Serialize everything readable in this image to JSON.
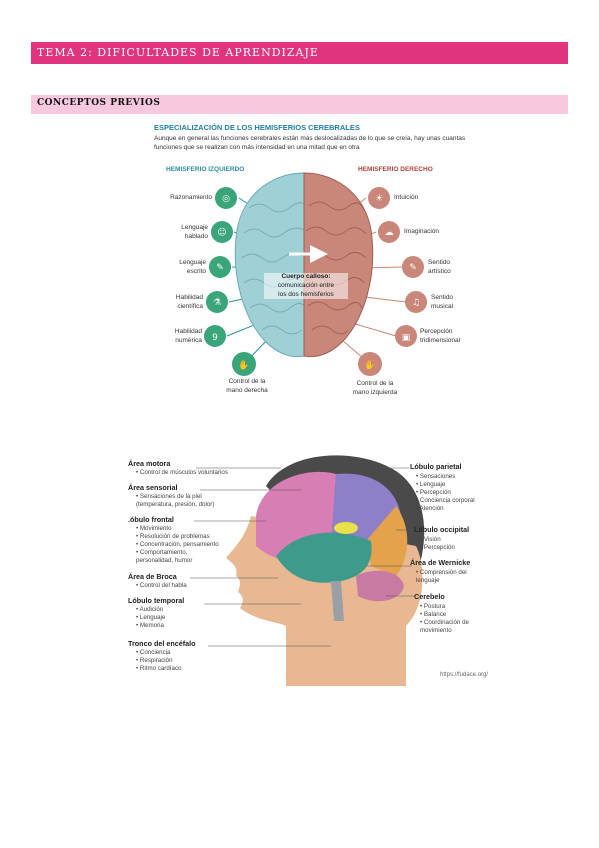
{
  "header": {
    "title": "TEMA 2: DIFICULTADES DE APRENDIZAJE"
  },
  "section": {
    "title": "CONCEPTOS PREVIOS"
  },
  "figure1": {
    "title": "ESPECIALIZACIÓN DE LOS HEMISFERIOS CEREBRALES",
    "description": "Aunque en general las funciones cerebrales están más deslocalizadas de lo que se creía, hay unas cuantas funciones que se realizan con más intensidad en una mitad que en otra",
    "left_heading": "HEMISFERIO IZQUIERDO",
    "right_heading": "HEMISFERIO DERECHO",
    "left_items": [
      "Razonamiento",
      "Lenguaje\nhablado",
      "Lenguaje\nescrito",
      "Habilidad\ncientífica",
      "Habilidad\nnumérica",
      "Control de la\nmano derecha"
    ],
    "right_items": [
      "Intuición",
      "Imaginación",
      "Sentido\nartístico",
      "Sentido\nmusical",
      "Percepción\ntridimensional",
      "Control de la\nmano izquierda"
    ],
    "center_title": "Cuerpo calloso:",
    "center_text": "comunicación entre\nlos dos hemisferios",
    "colors": {
      "left_brain": "#9fd0d6",
      "right_brain": "#c98679",
      "accent": "#2a8ea3",
      "icon_bg": "#3aa47b"
    }
  },
  "figure2": {
    "left_areas": [
      {
        "title": "Área motora",
        "items": [
          "Control de músculos voluntarios"
        ]
      },
      {
        "title": "Área sensorial",
        "items": [
          "Sensaciones de la piel\n(temperatura, presión, dolor)"
        ]
      },
      {
        "title": ".óbulo frontal",
        "items": [
          "Movimiento",
          "Resolución de problemas",
          "Concentración, pensamiento",
          "Comportamiento,\npersonalidad, humor"
        ]
      },
      {
        "title": "Área de Broca",
        "items": [
          "Control del habla"
        ]
      },
      {
        "title": "Lóbulo temporal",
        "items": [
          "Audición",
          "Lenguaje",
          "Memoria"
        ]
      },
      {
        "title": "Tronco del encéfalo",
        "items": [
          "Conciencia",
          "Respiración",
          "Ritmo cardíaco"
        ]
      }
    ],
    "right_areas": [
      {
        "title": "Lóbulo parietal",
        "items": [
          "Sensaciones",
          "Lenguaje",
          "Percepción",
          "Conciencia corporal",
          "Atención"
        ]
      },
      {
        "title": "Lóbulo occipital",
        "items": [
          "Visión",
          "Percepción"
        ]
      },
      {
        "title": "Área de Wernicke",
        "items": [
          "Comprensión del\nlenguaje"
        ]
      },
      {
        "title": "Cerebelo",
        "items": [
          "Postura",
          "Balance",
          "Coordinación de\nmovimiento"
        ]
      }
    ],
    "source": "https://fudace.org/",
    "colors": {
      "frontal": "#d77fb4",
      "parietal": "#8f7fc8",
      "occipital": "#e3a24b",
      "temporal": "#3e9a8a",
      "cerebellum": "#c97aa2",
      "skin": "#e8b893"
    }
  }
}
